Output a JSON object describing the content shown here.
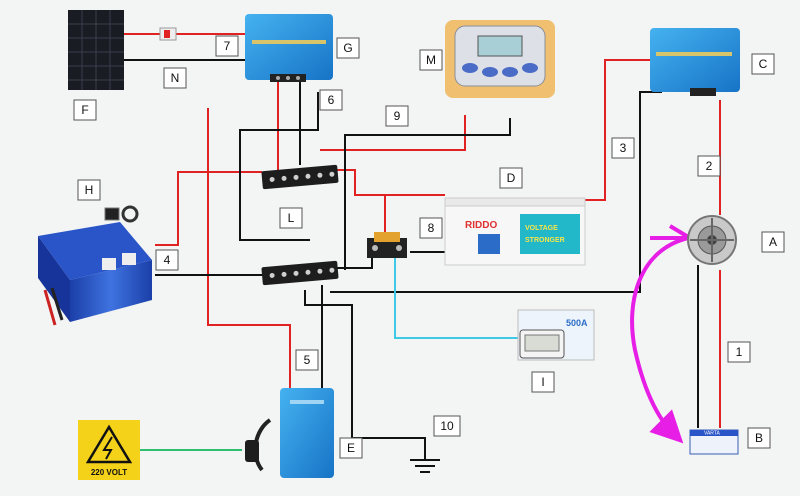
{
  "components": {
    "F": {
      "label": "F"
    },
    "N": {
      "label": "N"
    },
    "G": {
      "label": "G"
    },
    "M": {
      "label": "M"
    },
    "C": {
      "label": "C"
    },
    "H": {
      "label": "H"
    },
    "L": {
      "label": "L"
    },
    "D": {
      "label": "D"
    },
    "A": {
      "label": "A"
    },
    "B": {
      "label": "B"
    },
    "I": {
      "label": "I"
    },
    "E": {
      "label": "E"
    }
  },
  "wires": {
    "w1": "1",
    "w2": "2",
    "w3": "3",
    "w4": "4",
    "w5": "5",
    "w6": "6",
    "w7": "7",
    "w8": "8",
    "w9": "9",
    "w10": "10"
  },
  "texts": {
    "warning": "220 VOLT",
    "battery_brand1": "RIDDO",
    "battery_brand2": "VOLTAGE",
    "battery_brand3": "STRONGER",
    "shunt_reading": "500A",
    "battery_b_brand": "VARTA"
  },
  "colors": {
    "positive": "#e02222",
    "negative": "#111111",
    "signal": "#3ec9e6",
    "ac": "#2fbf71",
    "arrow": "#e61ee6",
    "victron": "#1e88d6"
  }
}
